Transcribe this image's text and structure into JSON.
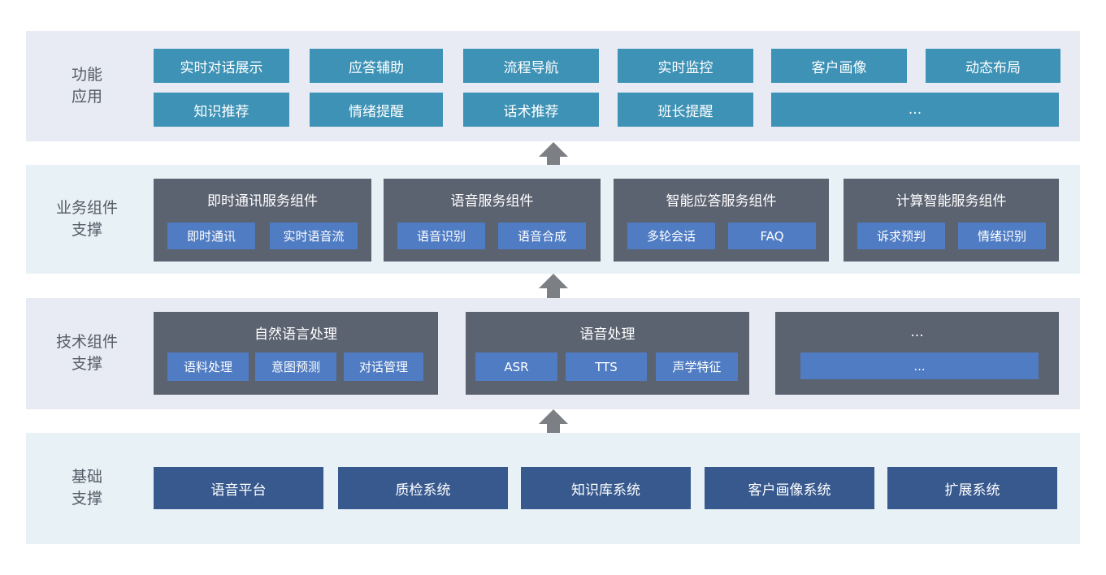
{
  "layers": {
    "function": {
      "label": "功能\n应用",
      "items": [
        "实时对话展示",
        "应答辅助",
        "流程导航",
        "实时监控",
        "客户画像",
        "动态布局",
        "知识推荐",
        "情绪提醒",
        "话术推荐",
        "班长提醒",
        "..."
      ]
    },
    "business": {
      "label": "业务组件\n支撑",
      "panels": [
        {
          "title": "即时通讯服务组件",
          "chips": [
            "即时通讯",
            "实时语音流"
          ]
        },
        {
          "title": "语音服务组件",
          "chips": [
            "语音识别",
            "语音合成"
          ]
        },
        {
          "title": "智能应答服务组件",
          "chips": [
            "多轮会话",
            "FAQ"
          ]
        },
        {
          "title": "计算智能服务组件",
          "chips": [
            "诉求预判",
            "情绪识别"
          ]
        }
      ]
    },
    "tech": {
      "label": "技术组件\n支撑",
      "panels": [
        {
          "title": "自然语言处理",
          "chips": [
            "语料处理",
            "意图预测",
            "对话管理"
          ]
        },
        {
          "title": "语音处理",
          "chips": [
            "ASR",
            "TTS",
            "声学特征"
          ]
        },
        {
          "title": "...",
          "chips": [
            "..."
          ]
        }
      ]
    },
    "base": {
      "label": "基础\n支撑",
      "items": [
        "语音平台",
        "质检系统",
        "知识库系统",
        "客户画像系统",
        "扩展系统"
      ]
    }
  },
  "colors": {
    "layer_bg_function": "#e8ebf3",
    "layer_bg_business": "#e8f1f6",
    "layer_bg_tech": "#e8ebf3",
    "layer_bg_base": "#e8f1f6",
    "function_box": "#3d92b6",
    "panel": "#5b6270",
    "chip": "#4f7cc3",
    "base_box": "#37598e",
    "arrow": "#7c7f84"
  }
}
